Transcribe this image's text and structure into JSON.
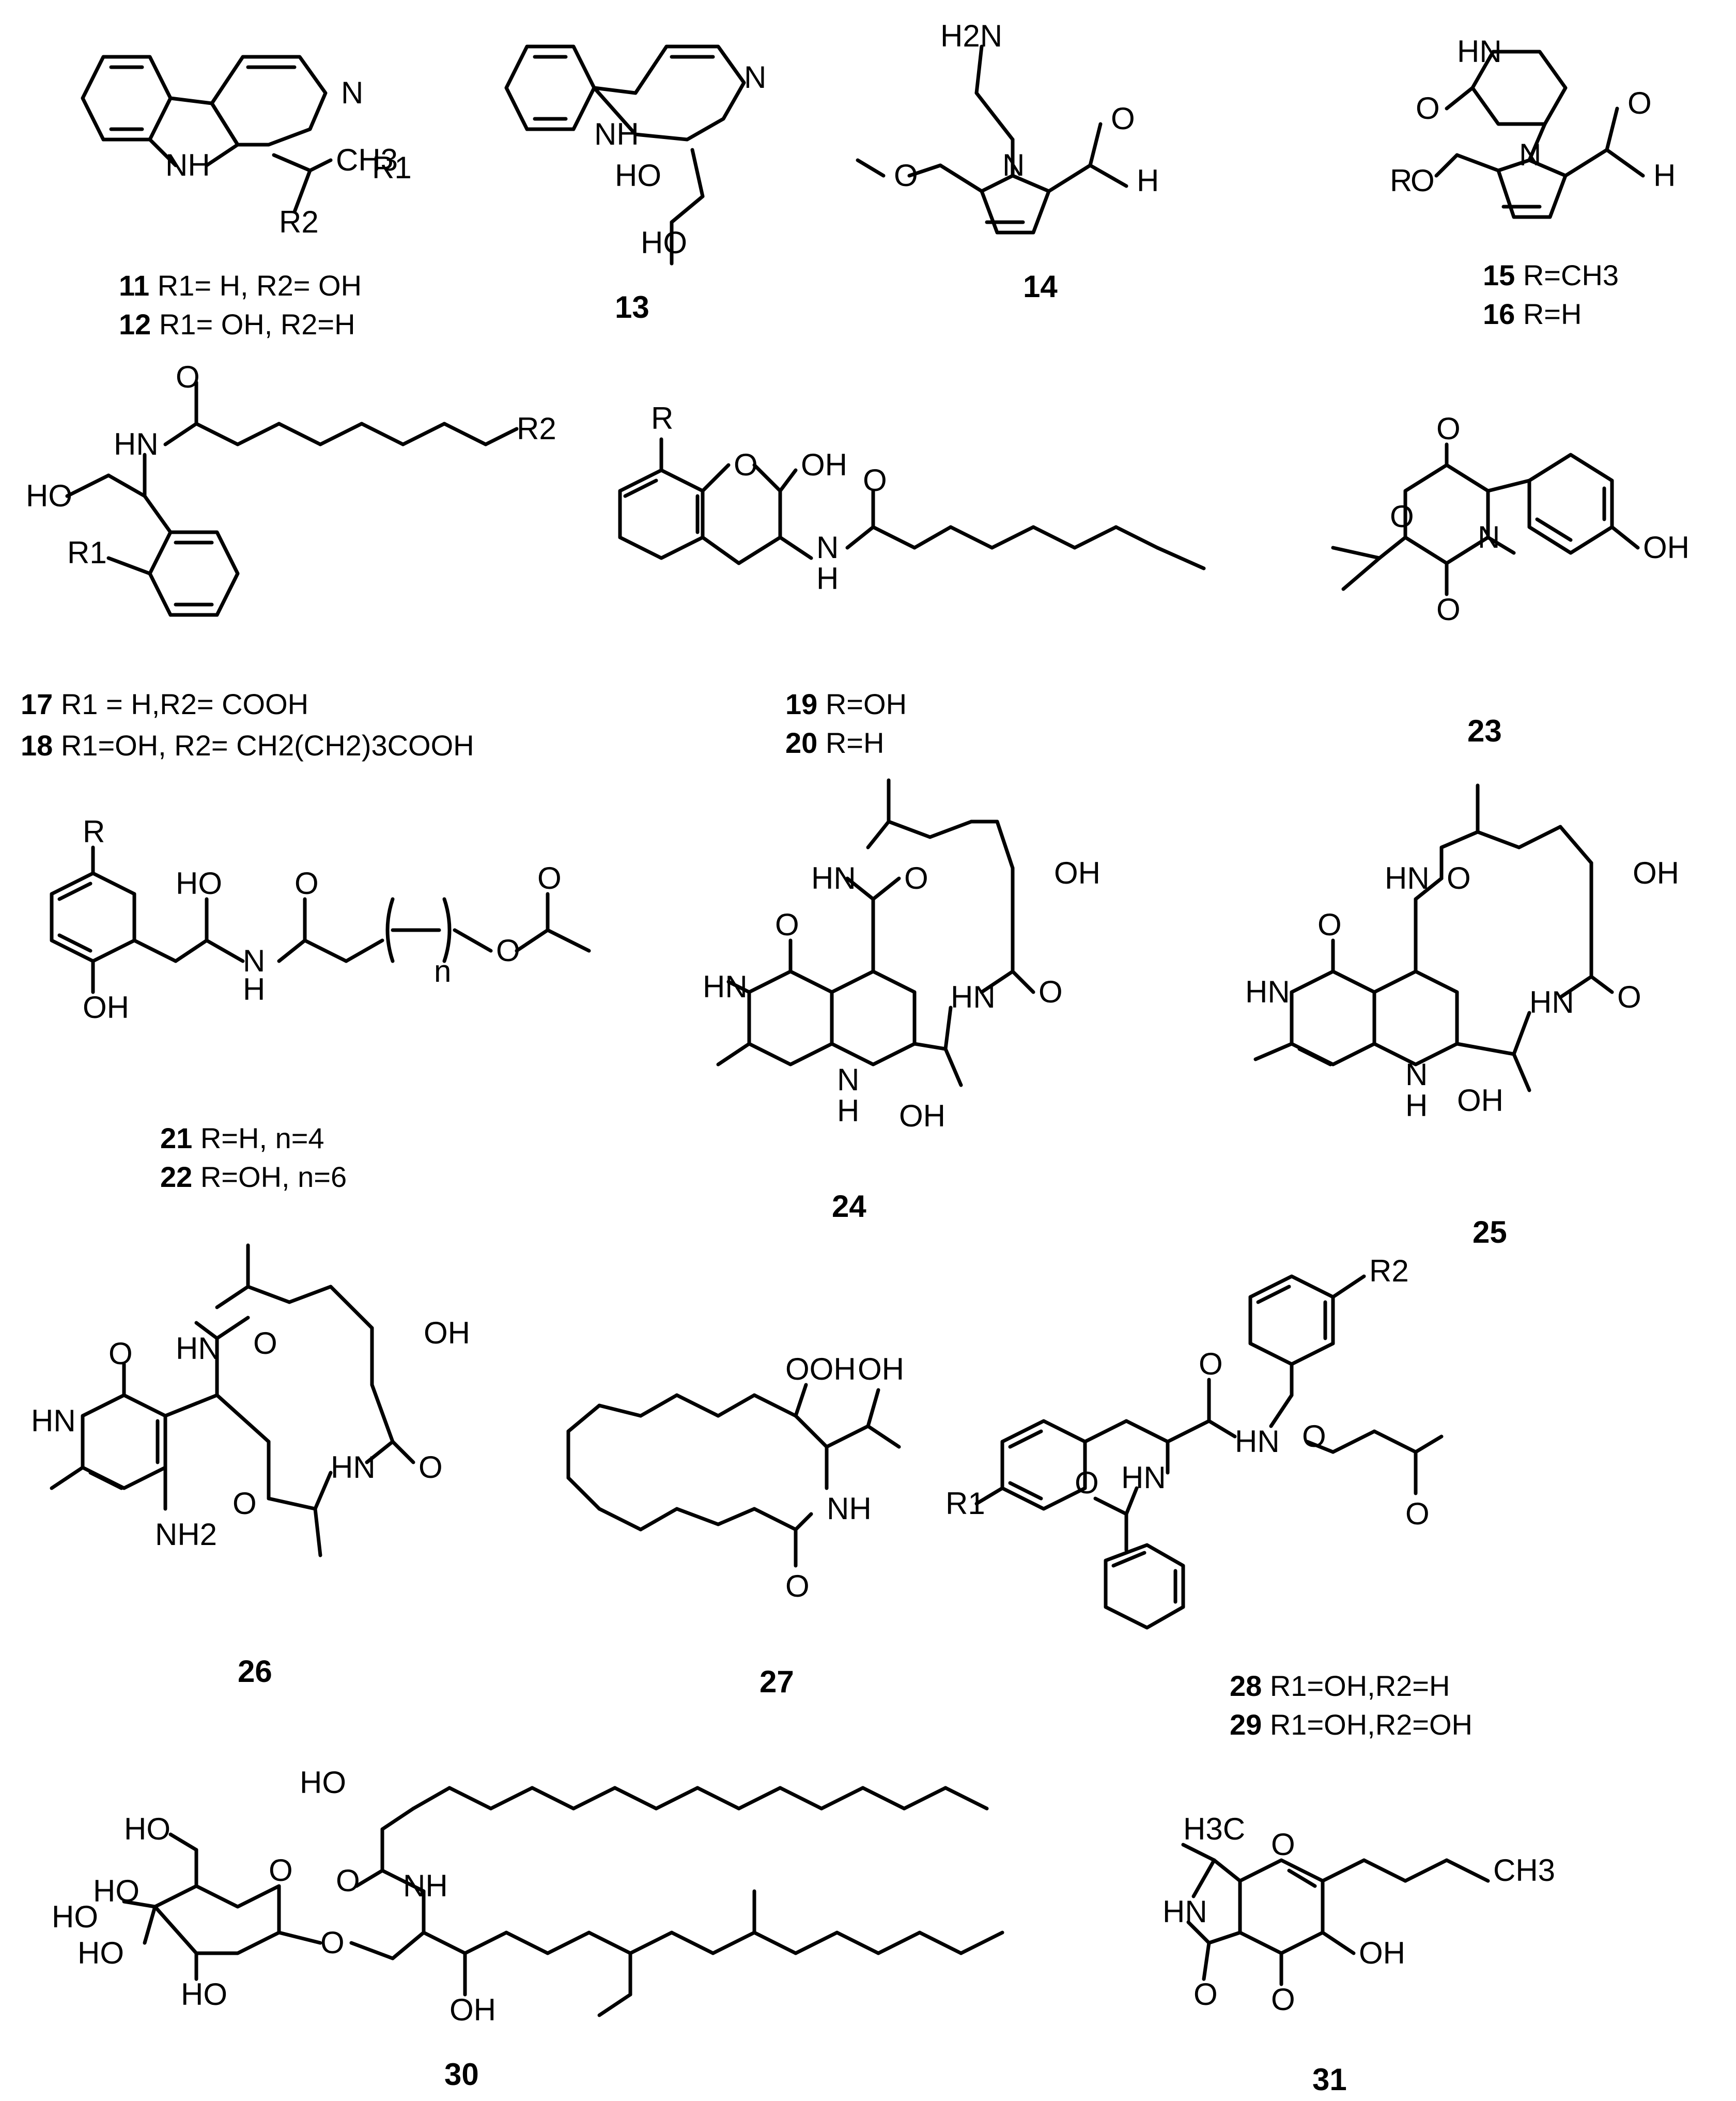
{
  "compounds": {
    "c11": {
      "number": "11",
      "desc": "R1= H, R2= OH"
    },
    "c12": {
      "number": "12",
      "desc": "R1= OH, R2=H"
    },
    "c13": {
      "number": "13"
    },
    "c14": {
      "number": "14"
    },
    "c15": {
      "number": "15",
      "desc": "R=CH3"
    },
    "c16": {
      "number": "16",
      "desc": "R=H"
    },
    "c17": {
      "number": "17",
      "desc": "R1 = H,R2= COOH"
    },
    "c18": {
      "number": "18",
      "desc": "R1=OH, R2= CH2(CH2)3COOH"
    },
    "c19": {
      "number": "19",
      "desc": "R=OH"
    },
    "c20": {
      "number": "20",
      "desc": "R=H"
    },
    "c21": {
      "number": "21",
      "desc": "R=H, n=4"
    },
    "c22": {
      "number": "22",
      "desc": "R=OH, n=6"
    },
    "c23": {
      "number": "23"
    },
    "c24": {
      "number": "24"
    },
    "c25": {
      "number": "25"
    },
    "c26": {
      "number": "26"
    },
    "c27": {
      "number": "27"
    },
    "c28": {
      "number": "28",
      "desc": "R1=OH,R2=H"
    },
    "c29": {
      "number": "29",
      "desc": "R1=OH,R2=OH"
    },
    "c30": {
      "number": "30"
    },
    "c31": {
      "number": "31"
    }
  },
  "atoms": {
    "N": "N",
    "NH": "NH",
    "HN": "HN",
    "H": "H",
    "O": "O",
    "OH": "OH",
    "HO": "HO",
    "CH3": "CH3",
    "H3C": "H3C",
    "H2N": "H2N",
    "NH2": "NH2",
    "OOH": "OOH",
    "R": "R",
    "R1": "R1",
    "R2": "R2",
    "n": "n"
  }
}
